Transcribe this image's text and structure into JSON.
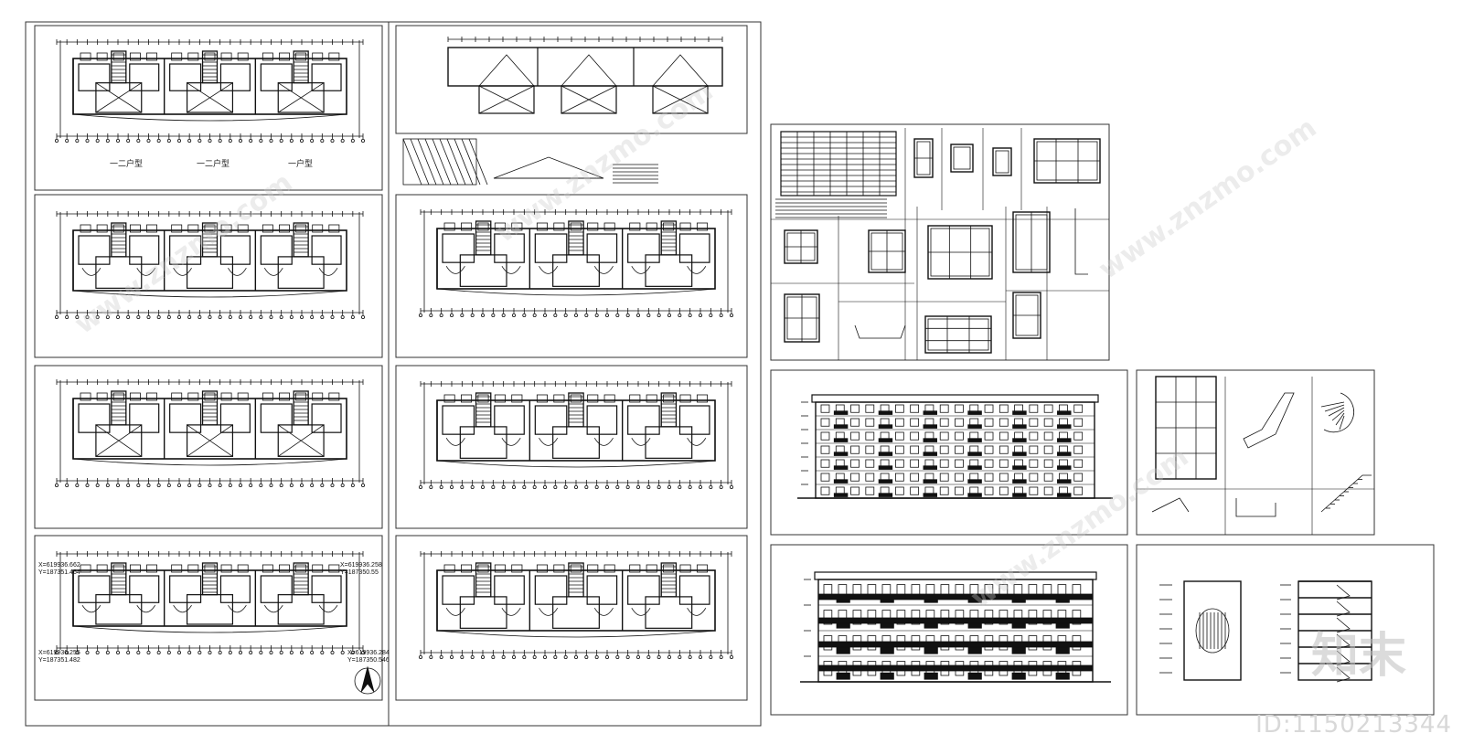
{
  "watermark": {
    "site": "www.znzmo.com",
    "logo": "知末",
    "id_label": "ID:1150213344"
  },
  "sheets": {
    "plan1": {
      "labels": [
        "一二户型",
        "一二户型",
        "一户型"
      ]
    },
    "plan_coordinates": {
      "top_left": "X=619936.662\nY=187351.464",
      "top_right": "X=619936.258\nY=187350.55",
      "bottom_left": "X=619936.255\nY=187351.482",
      "bottom_right": "X=619936.284\nY=187350.546"
    }
  },
  "colors": {
    "line": "#111111",
    "frame": "#333333",
    "background": "#ffffff"
  }
}
